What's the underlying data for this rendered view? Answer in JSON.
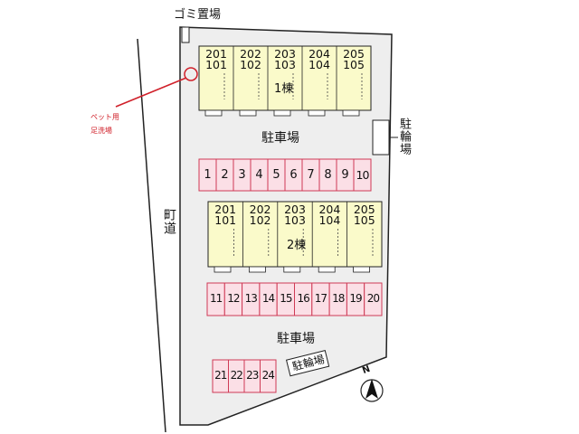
{
  "map": {
    "garbage_label": "ゴミ置場",
    "road_label": "町道",
    "pet_label_line1": "ペット用",
    "pet_label_line2": "足洗場",
    "bike_label_side": "駐輪場",
    "bike_label_bottom": "駐輪場",
    "parking_label_top": "駐車場",
    "parking_label_bottom": "駐車場",
    "north_label": "N",
    "colors": {
      "lot": "#eeeeee",
      "building": "#fafaca",
      "stall": "#fbdfe6",
      "stall_border": "#cf3a55",
      "pet_marker": "#d0202a",
      "outline": "#222222"
    },
    "buildings": [
      {
        "name": "1棟",
        "units": [
          {
            "top": "201",
            "bottom": "101"
          },
          {
            "top": "202",
            "bottom": "102"
          },
          {
            "top": "203",
            "bottom": "103"
          },
          {
            "top": "204",
            "bottom": "104"
          },
          {
            "top": "205",
            "bottom": "105"
          }
        ]
      },
      {
        "name": "2棟",
        "units": [
          {
            "top": "201",
            "bottom": "101"
          },
          {
            "top": "202",
            "bottom": "102"
          },
          {
            "top": "203",
            "bottom": "103"
          },
          {
            "top": "204",
            "bottom": "104"
          },
          {
            "top": "205",
            "bottom": "105"
          }
        ]
      }
    ],
    "parking_rows": [
      [
        "1",
        "2",
        "3",
        "4",
        "5",
        "6",
        "7",
        "8",
        "9",
        "10"
      ],
      [
        "11",
        "12",
        "13",
        "14",
        "15",
        "16",
        "17",
        "18",
        "19",
        "20"
      ],
      [
        "21",
        "22",
        "23",
        "24"
      ]
    ]
  }
}
